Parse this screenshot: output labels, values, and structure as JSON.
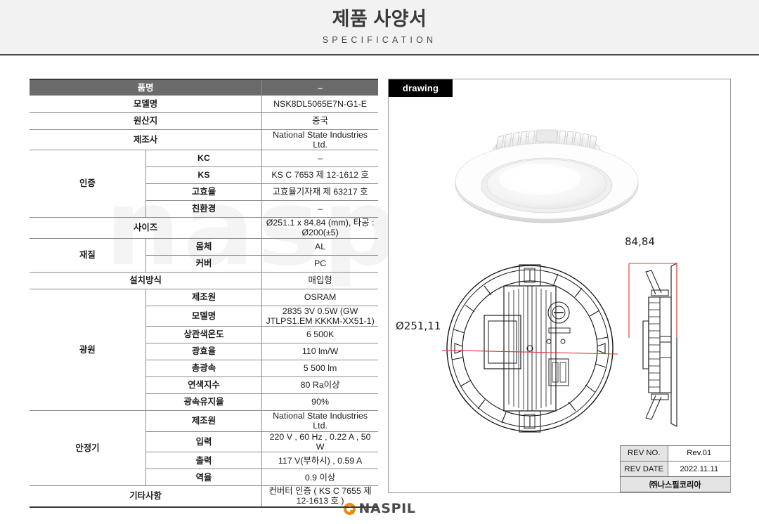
{
  "banner": {
    "title": "제품 사양서",
    "subtitle": "SPECIFICATION"
  },
  "watermark": "naspil",
  "spec_table": {
    "header": {
      "label": "품명",
      "value": "–"
    },
    "rows": [
      {
        "group": "",
        "sub": "",
        "label": "모델명",
        "value": "NSK8DL5065E7N-G1-E"
      },
      {
        "group": "",
        "sub": "",
        "label": "원산지",
        "value": "중국"
      },
      {
        "group": "",
        "sub": "",
        "label": "제조사",
        "value": "National State Industries Ltd."
      },
      {
        "group": "인증",
        "sub": "KC",
        "label": "",
        "value": "–"
      },
      {
        "group": "",
        "sub": "KS",
        "label": "",
        "value": "KS C 7653 제 12-1612 호"
      },
      {
        "group": "",
        "sub": "고효율",
        "label": "",
        "value": "고효율기자재 제 63217 호"
      },
      {
        "group": "",
        "sub": "친환경",
        "label": "",
        "value": "–"
      },
      {
        "group": "",
        "sub": "",
        "label": "사이즈",
        "value": "Ø251.1 x 84.84 (mm), 타공 : Ø200(±5)"
      },
      {
        "group": "재질",
        "sub": "몸체",
        "label": "",
        "value": "AL"
      },
      {
        "group": "",
        "sub": "커버",
        "label": "",
        "value": "PC"
      },
      {
        "group": "",
        "sub": "",
        "label": "설치방식",
        "value": "매입형"
      },
      {
        "group": "광원",
        "sub": "제조원",
        "label": "",
        "value": "OSRAM"
      },
      {
        "group": "",
        "sub": "모델명",
        "label": "",
        "value": "2835 3V 0.5W (GW JTLPS1.EM KKKM-XX51-1)"
      },
      {
        "group": "",
        "sub": "상관색온도",
        "label": "",
        "value": "6 500K"
      },
      {
        "group": "",
        "sub": "광효율",
        "label": "",
        "value": "110 lm/W"
      },
      {
        "group": "",
        "sub": "총광속",
        "label": "",
        "value": "5 500 lm"
      },
      {
        "group": "",
        "sub": "연색지수",
        "label": "",
        "value": "80 Ra이상"
      },
      {
        "group": "",
        "sub": "광속유지율",
        "label": "",
        "value": "90%"
      },
      {
        "group": "안정기",
        "sub": "제조원",
        "label": "",
        "value": "National State Industries Ltd."
      },
      {
        "group": "",
        "sub": "입력",
        "label": "",
        "value": "220 V , 60 Hz , 0.22 A , 50 W"
      },
      {
        "group": "",
        "sub": "출력",
        "label": "",
        "value": "117 V(부하시) , 0.59 A"
      },
      {
        "group": "",
        "sub": "역율",
        "label": "",
        "value": "0.9 이상"
      },
      {
        "group": "",
        "sub": "",
        "label": "기타사항",
        "value": "컨버터 인증 ( KS C 7655 제 12-1613 호 )"
      }
    ]
  },
  "drawing": {
    "tab_label": "drawing",
    "dimension_diameter": "Ø251,11",
    "dimension_height": "84,84",
    "revision": {
      "no_label": "REV NO.",
      "no_value": "Rev.01",
      "date_label": "REV DATE",
      "date_value": "2022.11.11",
      "company": "㈜나스필코리아"
    }
  },
  "footer": {
    "logo_text": "NASPIL"
  },
  "colors": {
    "header_gray": "#6b6b6b",
    "banner_bg": "#f2f2f2",
    "accent_orange": "#f08c00",
    "dimension_red": "#e2333c"
  }
}
